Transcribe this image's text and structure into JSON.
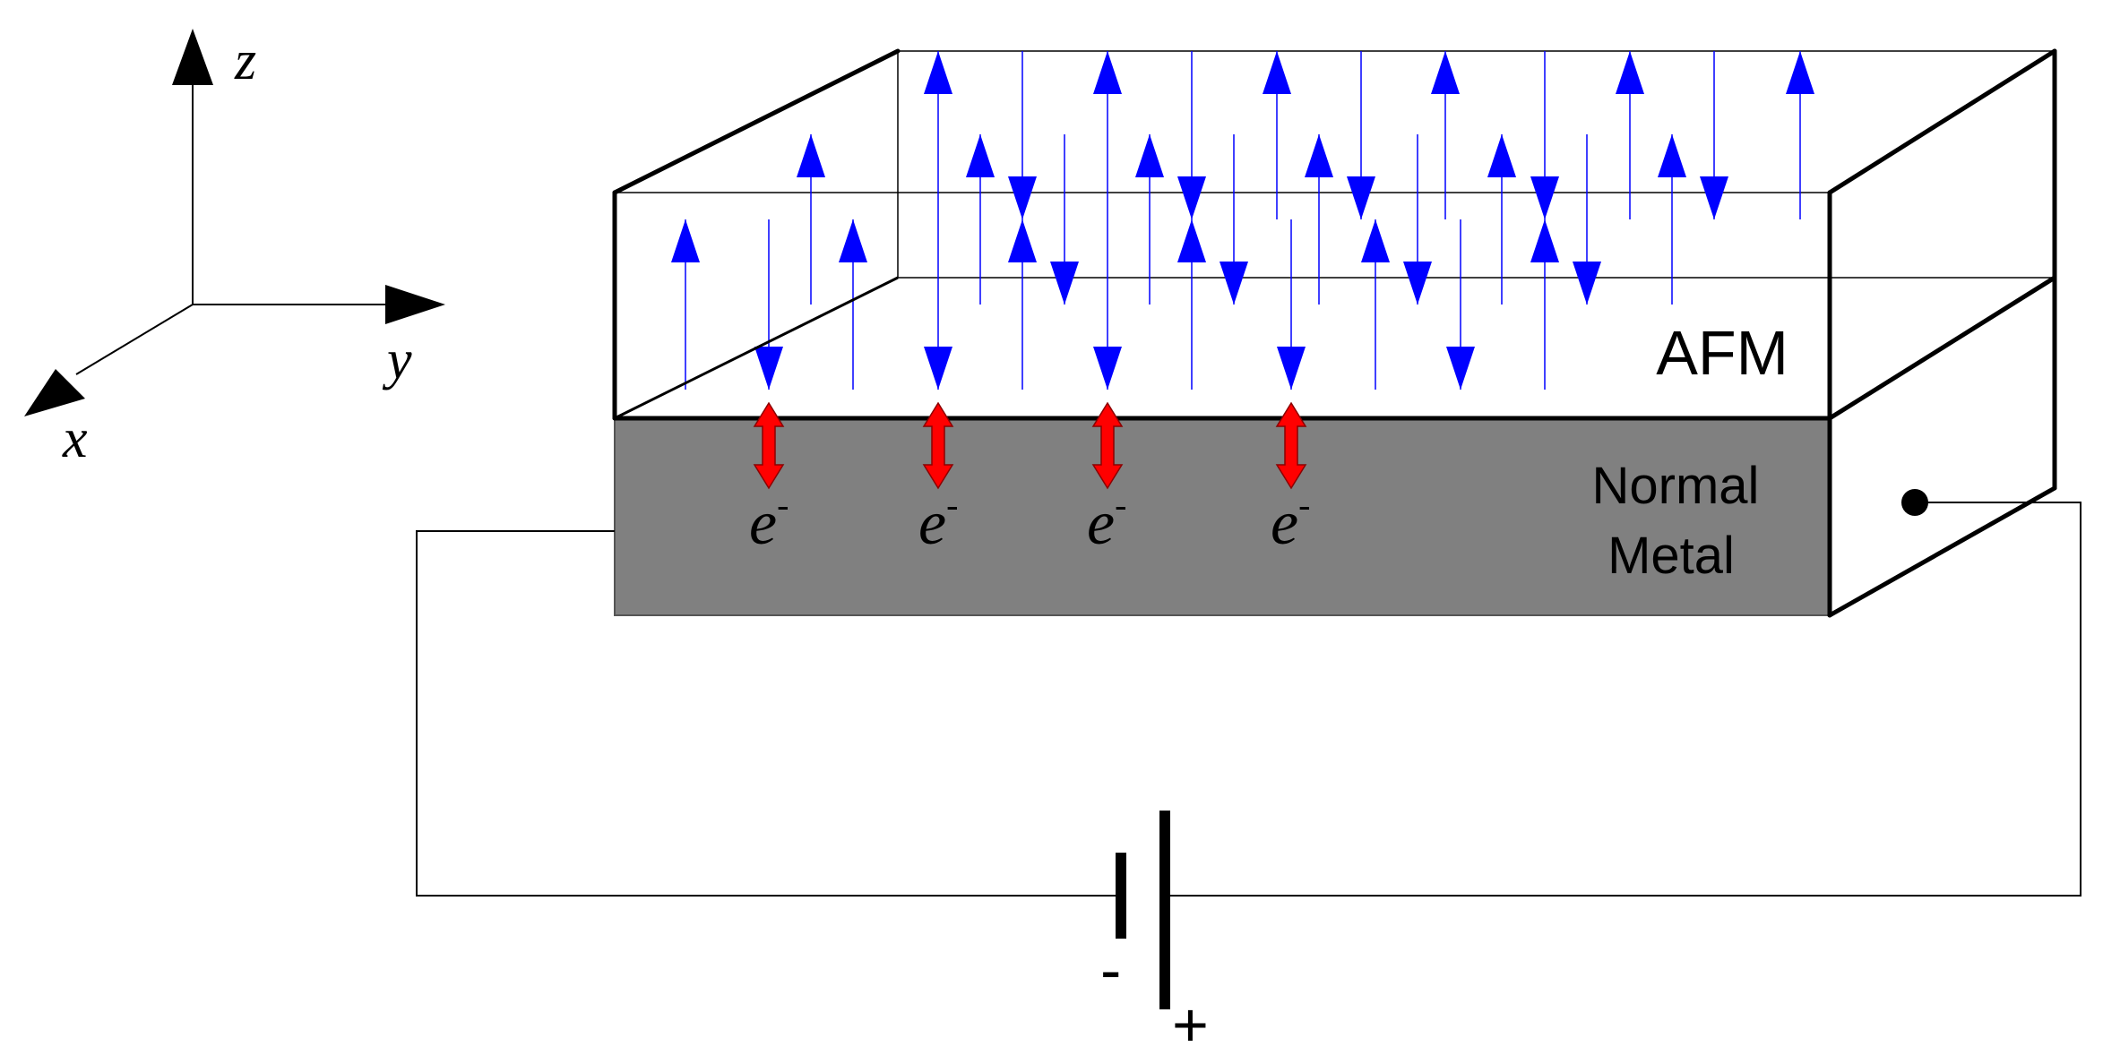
{
  "axes": {
    "z": "z",
    "y": "y",
    "x": "x"
  },
  "labels": {
    "afm": "AFM",
    "metal_line1": "Normal",
    "metal_line2": "Metal",
    "electron": "e",
    "electron_sup": "-",
    "minus": "-",
    "plus": "+"
  },
  "colors": {
    "spin": "#0000ff",
    "electron_arrow": "#ff0000",
    "metal": "#808080",
    "outline": "#000000"
  },
  "icons": {
    "spin": "triangle-arrow",
    "electron": "double-headed-arrow",
    "battery": "battery-symbol"
  }
}
